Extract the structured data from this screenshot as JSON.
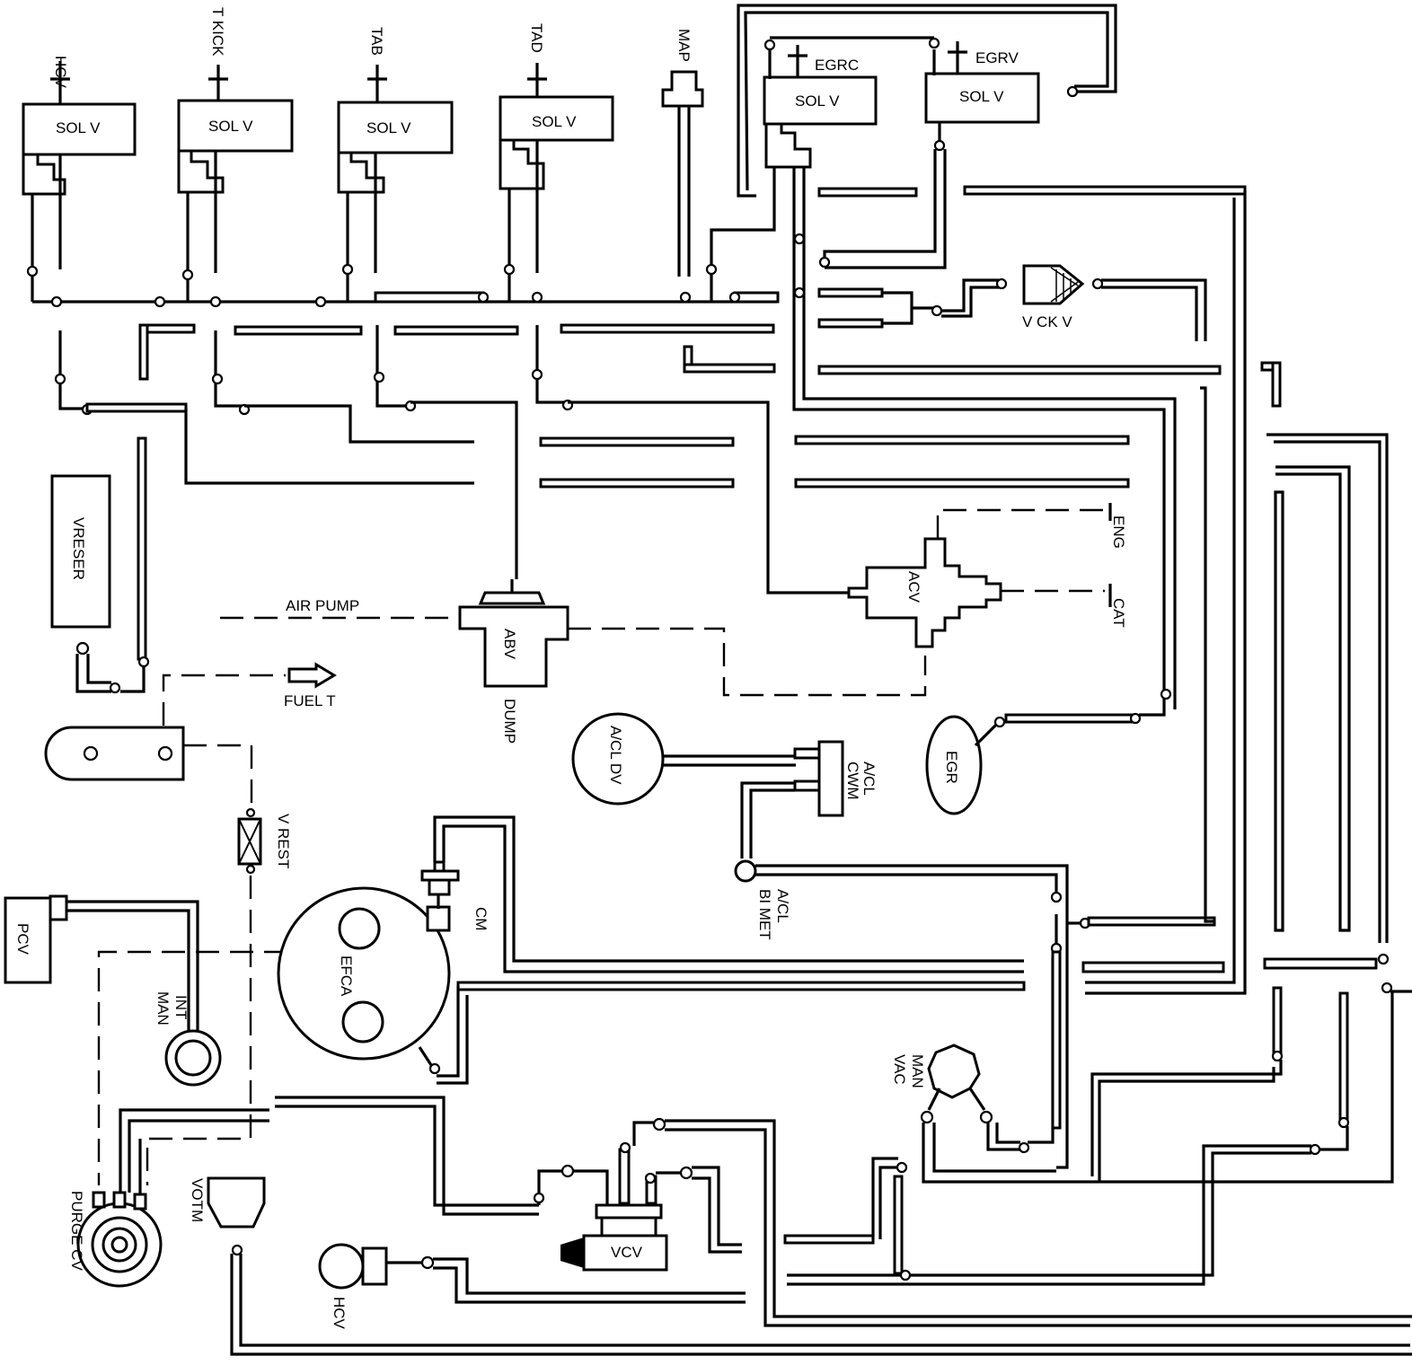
{
  "diagram": {
    "solenoids": [
      {
        "id": "hcv",
        "tag": "HCV",
        "label": "SOL V"
      },
      {
        "id": "tkick",
        "tag": "T KICK",
        "label": "SOL V"
      },
      {
        "id": "tab",
        "tag": "TAB",
        "label": "SOL V"
      },
      {
        "id": "tad",
        "tag": "TAD",
        "label": "SOL V"
      },
      {
        "id": "egrc",
        "tag": "EGRC",
        "label": "SOL V"
      },
      {
        "id": "egrv",
        "tag": "EGRV",
        "label": "SOL V"
      }
    ],
    "labels": {
      "map": "MAP",
      "vckv": "V CK V",
      "vreser": "VRESER",
      "air_pump": "AIR PUMP",
      "abv": "ABV",
      "dump": "DUMP",
      "fuel_t": "FUEL T",
      "acv": "ACV",
      "eng": "ENG",
      "cat": "CAT",
      "acl_dv": "A/CL DV",
      "acl_cwm_1": "A/CL",
      "acl_cwm_2": "CWM",
      "egr": "EGR",
      "v_rest_1": "V",
      "v_rest_2": "REST",
      "cm": "CM",
      "efca": "EFCA",
      "acl_bimet_1": "A/CL",
      "acl_bimet_2": "BI MET",
      "pcv": "PCV",
      "int_man_1": "INT",
      "int_man_2": "MAN",
      "man_vac_1": "MAN",
      "man_vac_2": "VAC",
      "purge_cv": "PURGE CV",
      "votm": "VOTM",
      "vcv": "VCV",
      "hcv_valve": "HCV"
    }
  }
}
